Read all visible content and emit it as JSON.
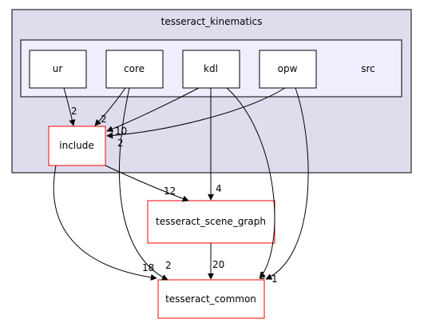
{
  "clusters": {
    "outer": {
      "label": "tesseract_kinematics"
    },
    "inner": {
      "label": "src"
    }
  },
  "nodes": {
    "ur": "ur",
    "core": "core",
    "kdl": "kdl",
    "opw": "opw",
    "include": "include",
    "scene_graph": "tesseract_scene_graph",
    "common": "tesseract_common"
  },
  "edge_labels": {
    "ur_include": "2",
    "core_include": "2",
    "kdl_include": "10",
    "opw_include": "2",
    "kdl_scene_graph": "4",
    "include_scene_graph": "12",
    "include_common": "18",
    "core_common": "2",
    "kdl_common": "5",
    "opw_common": "1",
    "scene_graph_common": "20"
  },
  "colors": {
    "outer_cluster_fill": "#ddddee",
    "inner_cluster_fill": "#eeeeff",
    "external_node_border": "#ff0000",
    "edge": "#000000"
  }
}
